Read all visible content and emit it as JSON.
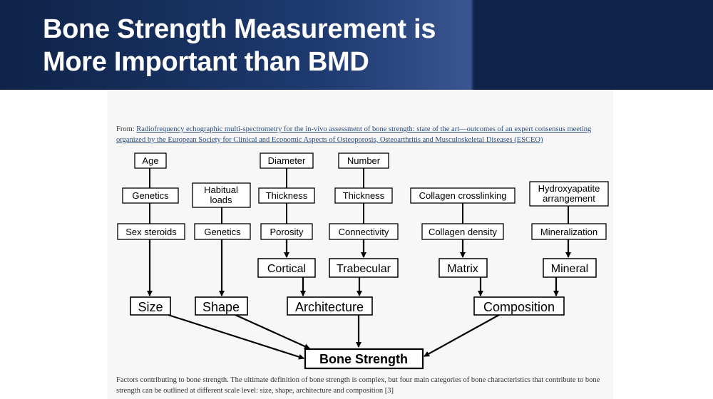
{
  "slide": {
    "title": "Bone Strength Measurement is\nMore Important than BMD"
  },
  "figure": {
    "from_prefix": "From: ",
    "from_link": "Radiofrequency echographic multi-spectrometry for the in-vivo assessment of bone strength: state of the art—outcomes of an expert consensus meeting organized by the European Society for Clinical and Economic Aspects of Osteoporosis, Osteoarthritis and Musculoskeletal Diseases (ESCEO)",
    "caption": "Factors contributing to bone strength. The ultimate definition of bone strength is complex, but four main categories of bone characteristics that contribute to bone strength can be outlined at different scale level: size, shape, architecture and composition [3]"
  },
  "diagram": {
    "nodes": {
      "age": "Age",
      "genetics_1": "Genetics",
      "sex_steroids": "Sex steroids",
      "habitual_loads": "Habitual\nloads",
      "genetics_2": "Genetics",
      "diameter": "Diameter",
      "thickness_1": "Thickness",
      "porosity": "Porosity",
      "number": "Number",
      "thickness_2": "Thickness",
      "connectivity": "Connectivity",
      "collagen_crosslinking": "Collagen crosslinking",
      "collagen_density": "Collagen density",
      "hydroxyapatite": "Hydroxyapatite\narrangement",
      "mineralization": "Mineralization",
      "cortical": "Cortical",
      "trabecular": "Trabecular",
      "matrix": "Matrix",
      "mineral": "Mineral",
      "size": "Size",
      "shape": "Shape",
      "architecture": "Architecture",
      "composition": "Composition",
      "bone_strength": "Bone Strength"
    }
  }
}
